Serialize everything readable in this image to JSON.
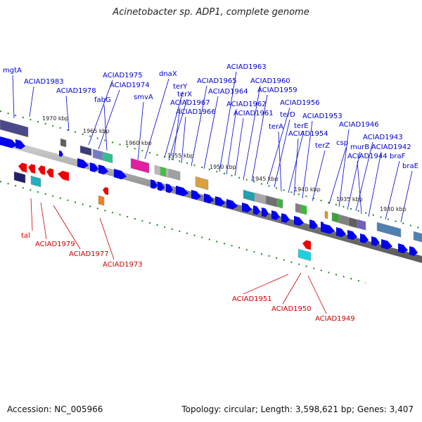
{
  "title": "Acinetobacter sp. ADP1, complete genome",
  "footer": {
    "accession": "Accession: NC_005966",
    "summary": "Topology: circular; Length: 3,598,621 bp; Genes: 3,407"
  },
  "colors": {
    "forward_gene": "#0000ee",
    "reverse_gene": "#ee0000",
    "forward_label": "#0000cc",
    "reverse_label": "#cc0000",
    "backbone": "#808080",
    "tick": "#1a8a1a"
  },
  "kbp_ticks": [
    "1970 kbp",
    "1965 kbp",
    "1960 kbp",
    "1955 kbp",
    "1950 kbp",
    "1945 kbp",
    "1940 kbp",
    "1935 kbp",
    "1930 kbp"
  ],
  "forward_labels": [
    "mgtA",
    "ACIAD1983",
    "ACIAD1978",
    "ACIAD1975",
    "ACIAD1974",
    "fabG",
    "dnaX",
    "smvA",
    "terY",
    "terX",
    "ACIAD1967",
    "ACIAD1966",
    "ACIAD1965",
    "ACIAD1964",
    "ACIAD1963",
    "ACIAD1962",
    "ACIAD1961",
    "ACIAD1960",
    "ACIAD1959",
    "ACIAD1956",
    "terD",
    "terA",
    "terE",
    "ACIAD1954",
    "ACIAD1953",
    "terZ",
    "csp",
    "ACIAD1946",
    "murB",
    "ACIAD1943",
    "ACIAD1944",
    "ACIAD1942",
    "braF",
    "braE"
  ],
  "reverse_labels": [
    "tal",
    "ACIAD1979",
    "ACIAD1977",
    "ACIAD1973",
    "ACIAD1951",
    "ACIAD1950",
    "ACIAD1949"
  ]
}
